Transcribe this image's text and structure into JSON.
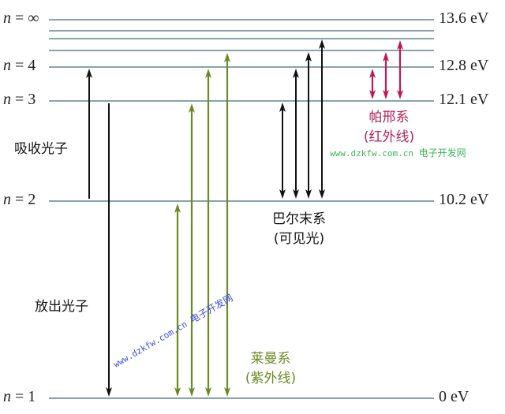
{
  "levels": [
    {
      "n": "∞",
      "energy": "13.6 eV"
    },
    {
      "n": "4",
      "energy": "12.8 eV"
    },
    {
      "n": "3",
      "energy": "12.1 eV"
    },
    {
      "n": "2",
      "energy": "10.2 eV"
    },
    {
      "n": "1",
      "energy": "0 eV"
    }
  ],
  "n_symbol": "n",
  "labels": {
    "absorb": "吸收光子",
    "emit": "放出光子",
    "lyman": "莱曼系",
    "lyman_sub": "(紫外线)",
    "balmer": "巴尔末系",
    "balmer_sub": "(可见光)",
    "paschen": "帕邢系",
    "paschen_sub": "(红外线)"
  },
  "watermark": {
    "url": "www.dzkfw.com.cn",
    "name": "电子开发网"
  },
  "colors": {
    "level": "#5f8790",
    "lyman": "#6b8a23",
    "balmer": "#111111",
    "paschen": "#c0185a",
    "watermark_green": "#3cb55a",
    "watermark_blue": "#3a4fd8"
  }
}
